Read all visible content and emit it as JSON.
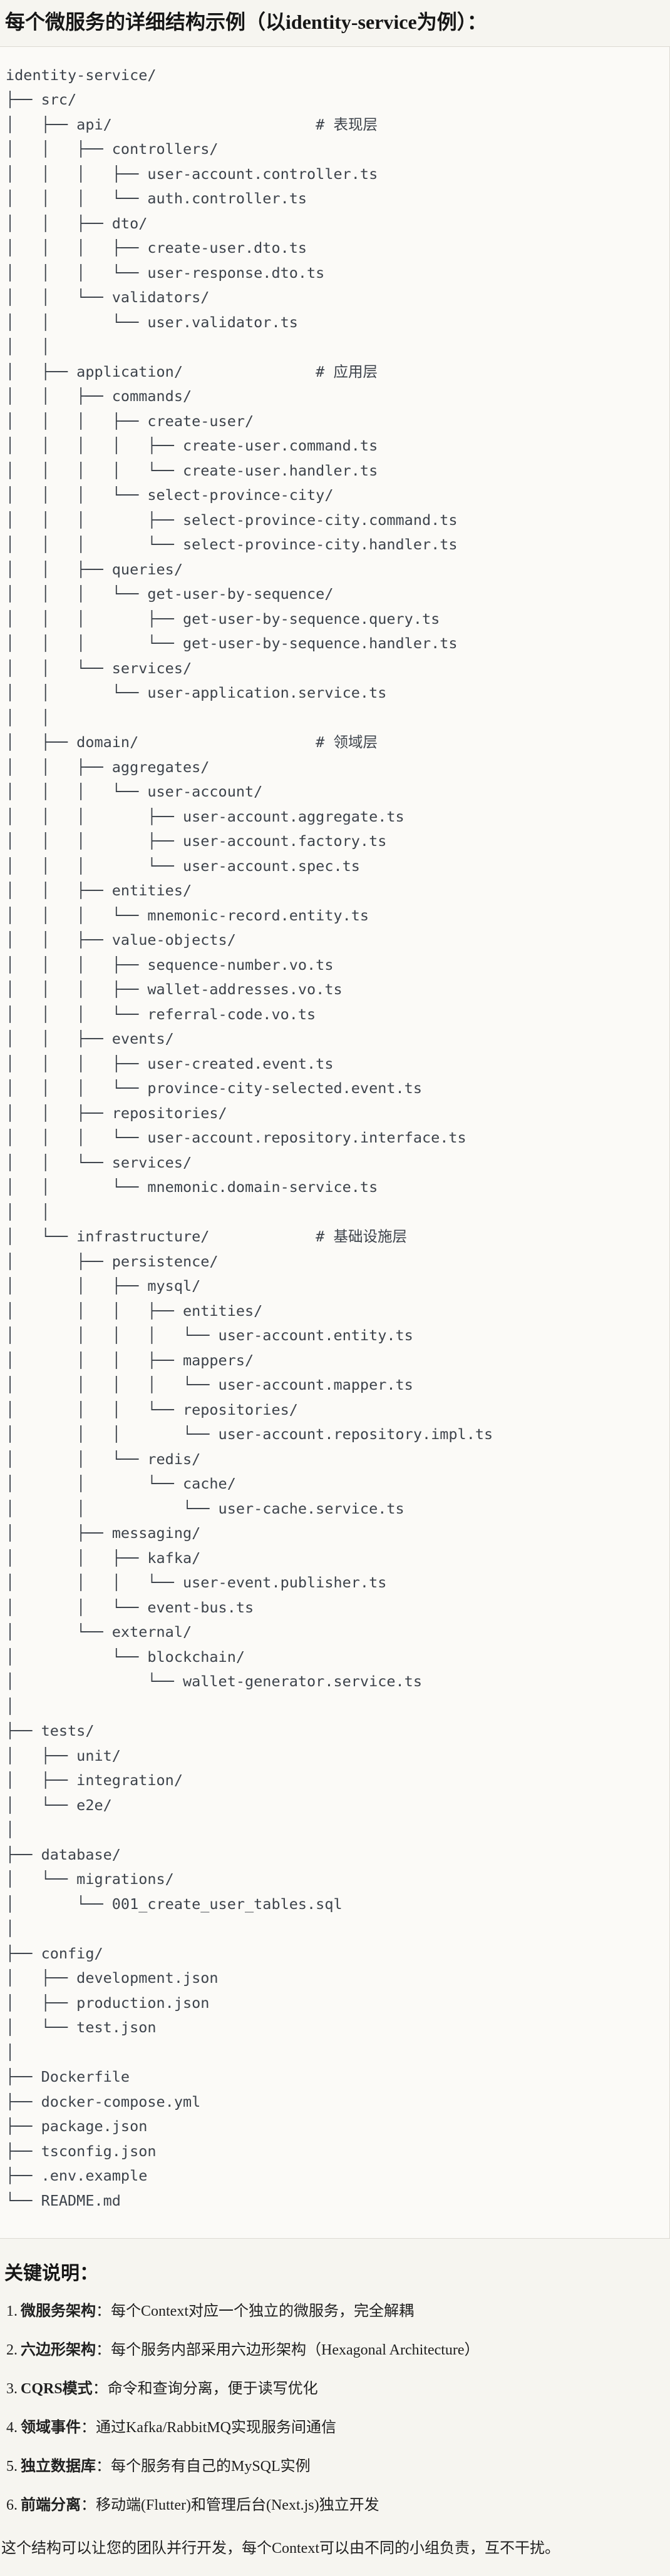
{
  "page_title": "每个微服务的详细结构示例（以identity-service为例）：",
  "tree": {
    "lines": [
      "identity-service/",
      "├── src/",
      "│   ├── api/                       # 表现层",
      "│   │   ├── controllers/",
      "│   │   │   ├── user-account.controller.ts",
      "│   │   │   └── auth.controller.ts",
      "│   │   ├── dto/",
      "│   │   │   ├── create-user.dto.ts",
      "│   │   │   └── user-response.dto.ts",
      "│   │   └── validators/",
      "│   │       └── user.validator.ts",
      "│   │",
      "│   ├── application/               # 应用层",
      "│   │   ├── commands/",
      "│   │   │   ├── create-user/",
      "│   │   │   │   ├── create-user.command.ts",
      "│   │   │   │   └── create-user.handler.ts",
      "│   │   │   └── select-province-city/",
      "│   │   │       ├── select-province-city.command.ts",
      "│   │   │       └── select-province-city.handler.ts",
      "│   │   ├── queries/",
      "│   │   │   └── get-user-by-sequence/",
      "│   │   │       ├── get-user-by-sequence.query.ts",
      "│   │   │       └── get-user-by-sequence.handler.ts",
      "│   │   └── services/",
      "│   │       └── user-application.service.ts",
      "│   │",
      "│   ├── domain/                    # 领域层",
      "│   │   ├── aggregates/",
      "│   │   │   └── user-account/",
      "│   │   │       ├── user-account.aggregate.ts",
      "│   │   │       ├── user-account.factory.ts",
      "│   │   │       └── user-account.spec.ts",
      "│   │   ├── entities/",
      "│   │   │   └── mnemonic-record.entity.ts",
      "│   │   ├── value-objects/",
      "│   │   │   ├── sequence-number.vo.ts",
      "│   │   │   ├── wallet-addresses.vo.ts",
      "│   │   │   └── referral-code.vo.ts",
      "│   │   ├── events/",
      "│   │   │   ├── user-created.event.ts",
      "│   │   │   └── province-city-selected.event.ts",
      "│   │   ├── repositories/",
      "│   │   │   └── user-account.repository.interface.ts",
      "│   │   └── services/",
      "│   │       └── mnemonic.domain-service.ts",
      "│   │",
      "│   └── infrastructure/            # 基础设施层",
      "│       ├── persistence/",
      "│       │   ├── mysql/",
      "│       │   │   ├── entities/",
      "│       │   │   │   └── user-account.entity.ts",
      "│       │   │   ├── mappers/",
      "│       │   │   │   └── user-account.mapper.ts",
      "│       │   │   └── repositories/",
      "│       │   │       └── user-account.repository.impl.ts",
      "│       │   └── redis/",
      "│       │       └── cache/",
      "│       │           └── user-cache.service.ts",
      "│       ├── messaging/",
      "│       │   ├── kafka/",
      "│       │   │   └── user-event.publisher.ts",
      "│       │   └── event-bus.ts",
      "│       └── external/",
      "│           └── blockchain/",
      "│               └── wallet-generator.service.ts",
      "│",
      "├── tests/",
      "│   ├── unit/",
      "│   ├── integration/",
      "│   └── e2e/",
      "│",
      "├── database/",
      "│   └── migrations/",
      "│       └── 001_create_user_tables.sql",
      "│",
      "├── config/",
      "│   ├── development.json",
      "│   ├── production.json",
      "│   └── test.json",
      "│",
      "├── Dockerfile",
      "├── docker-compose.yml",
      "├── package.json",
      "├── tsconfig.json",
      "├── .env.example",
      "└── README.md"
    ]
  },
  "notes": {
    "heading": "关键说明：",
    "items": [
      {
        "num": "1.",
        "term": "微服务架构",
        "colon": "：",
        "desc": "每个Context对应一个独立的微服务，完全解耦"
      },
      {
        "num": "2.",
        "term": "六边形架构",
        "colon": "：",
        "desc": "每个服务内部采用六边形架构（Hexagonal Architecture）"
      },
      {
        "num": "3.",
        "term": "CQRS模式",
        "colon": "：",
        "desc": "命令和查询分离，便于读写优化"
      },
      {
        "num": "4.",
        "term": "领域事件",
        "colon": "：",
        "desc": "通过Kafka/RabbitMQ实现服务间通信"
      },
      {
        "num": "5.",
        "term": "独立数据库",
        "colon": "：",
        "desc": "每个服务有自己的MySQL实例"
      },
      {
        "num": "6.",
        "term": "前端分离",
        "colon": "：",
        "desc": "移动端(Flutter)和管理后台(Next.js)独立开发"
      }
    ]
  },
  "footer": "这个结构可以让您的团队并行开发，每个Context可以由不同的小组负责，互不干扰。",
  "colors": {
    "page_bg": "#f6f5f0",
    "code_bg": "#fbfaf7",
    "code_border": "#dcdad3",
    "code_text": "#3d434b",
    "text": "#1f1f1f"
  }
}
